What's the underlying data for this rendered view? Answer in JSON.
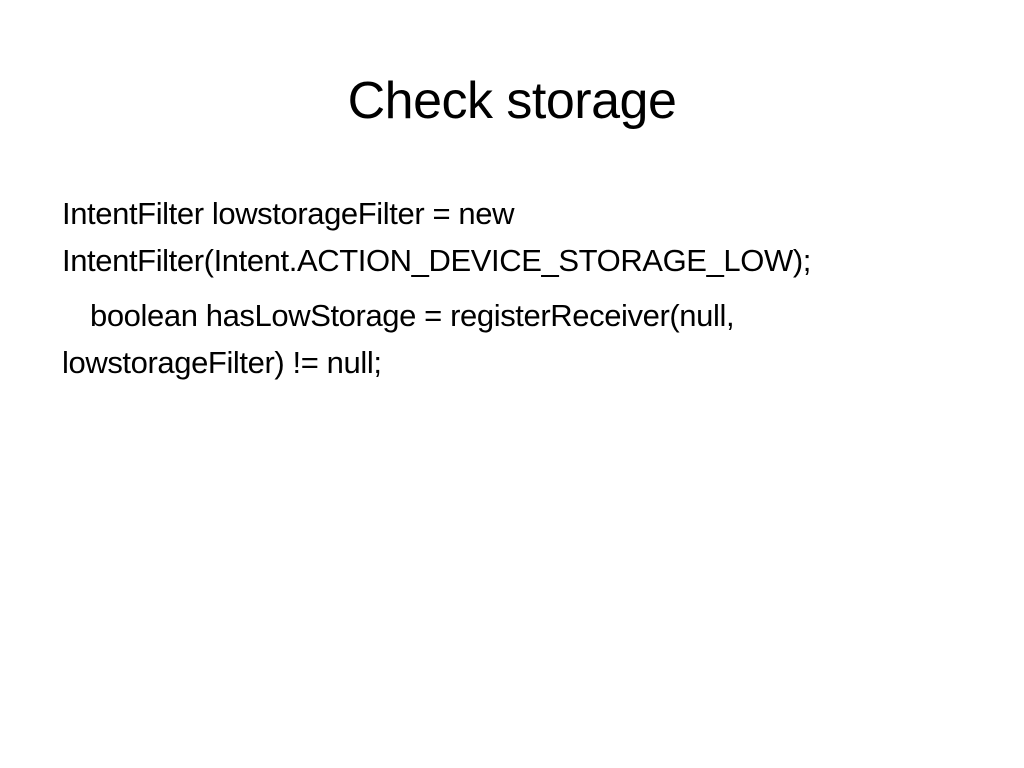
{
  "slide": {
    "title": "Check storage",
    "paragraphs": [
      {
        "lines": [
          "IntentFilter lowstorageFilter = new",
          "IntentFilter(Intent.ACTION_DEVICE_STORAGE_LOW);"
        ]
      },
      {
        "lines": [
          "boolean hasLowStorage = registerReceiver(null,",
          "lowstorageFilter) != null;"
        ]
      }
    ]
  }
}
